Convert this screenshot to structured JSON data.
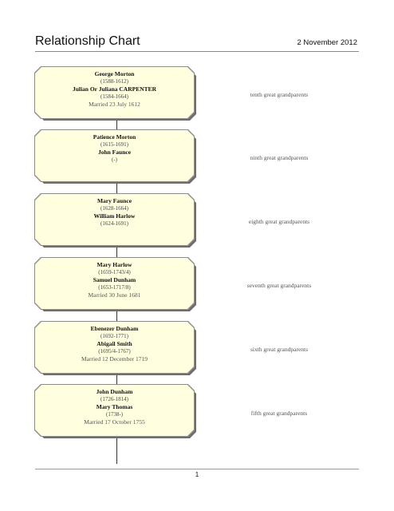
{
  "header": {
    "title": "Relationship Chart",
    "date": "2 November 2012"
  },
  "footer": {
    "page_number": "1"
  },
  "generations": [
    {
      "person1": {
        "name": "George Morton",
        "dates": "(1588-1612)"
      },
      "person2": {
        "name": "Julian Or Juliana CARPENTER",
        "dates": "(1584-1664)"
      },
      "married": "Married 23 July 1612",
      "relationship": "tenth great grandparents"
    },
    {
      "person1": {
        "name": "Patience Morton",
        "dates": "(1615-1691)"
      },
      "person2": {
        "name": "John Faunce",
        "dates": "(-)"
      },
      "married": "",
      "relationship": "ninth great grandparents"
    },
    {
      "person1": {
        "name": "Mary Faunce",
        "dates": "(1628-1664)"
      },
      "person2": {
        "name": "William Harlow",
        "dates": "(1624-1691)"
      },
      "married": "",
      "relationship": "eighth great grandparents"
    },
    {
      "person1": {
        "name": "Mary Harlow",
        "dates": "(1659-1743/4)"
      },
      "person2": {
        "name": "Samuel Dunham",
        "dates": "(1653-1717/8)"
      },
      "married": "Married 30 June 1681",
      "relationship": "seventh great grandparents"
    },
    {
      "person1": {
        "name": "Ebenezer Dunham",
        "dates": "(1692-1771)"
      },
      "person2": {
        "name": "Abigail Smith",
        "dates": "(1695/4-1767)"
      },
      "married": "Married 12 December 1719",
      "relationship": "sixth great grandparents"
    },
    {
      "person1": {
        "name": "John Dunham",
        "dates": "(1726-1814)"
      },
      "person2": {
        "name": "Mary Thomas",
        "dates": "(1738-)"
      },
      "married": "Married 17 October 1755",
      "relationship": "fifth great grandparents"
    }
  ]
}
